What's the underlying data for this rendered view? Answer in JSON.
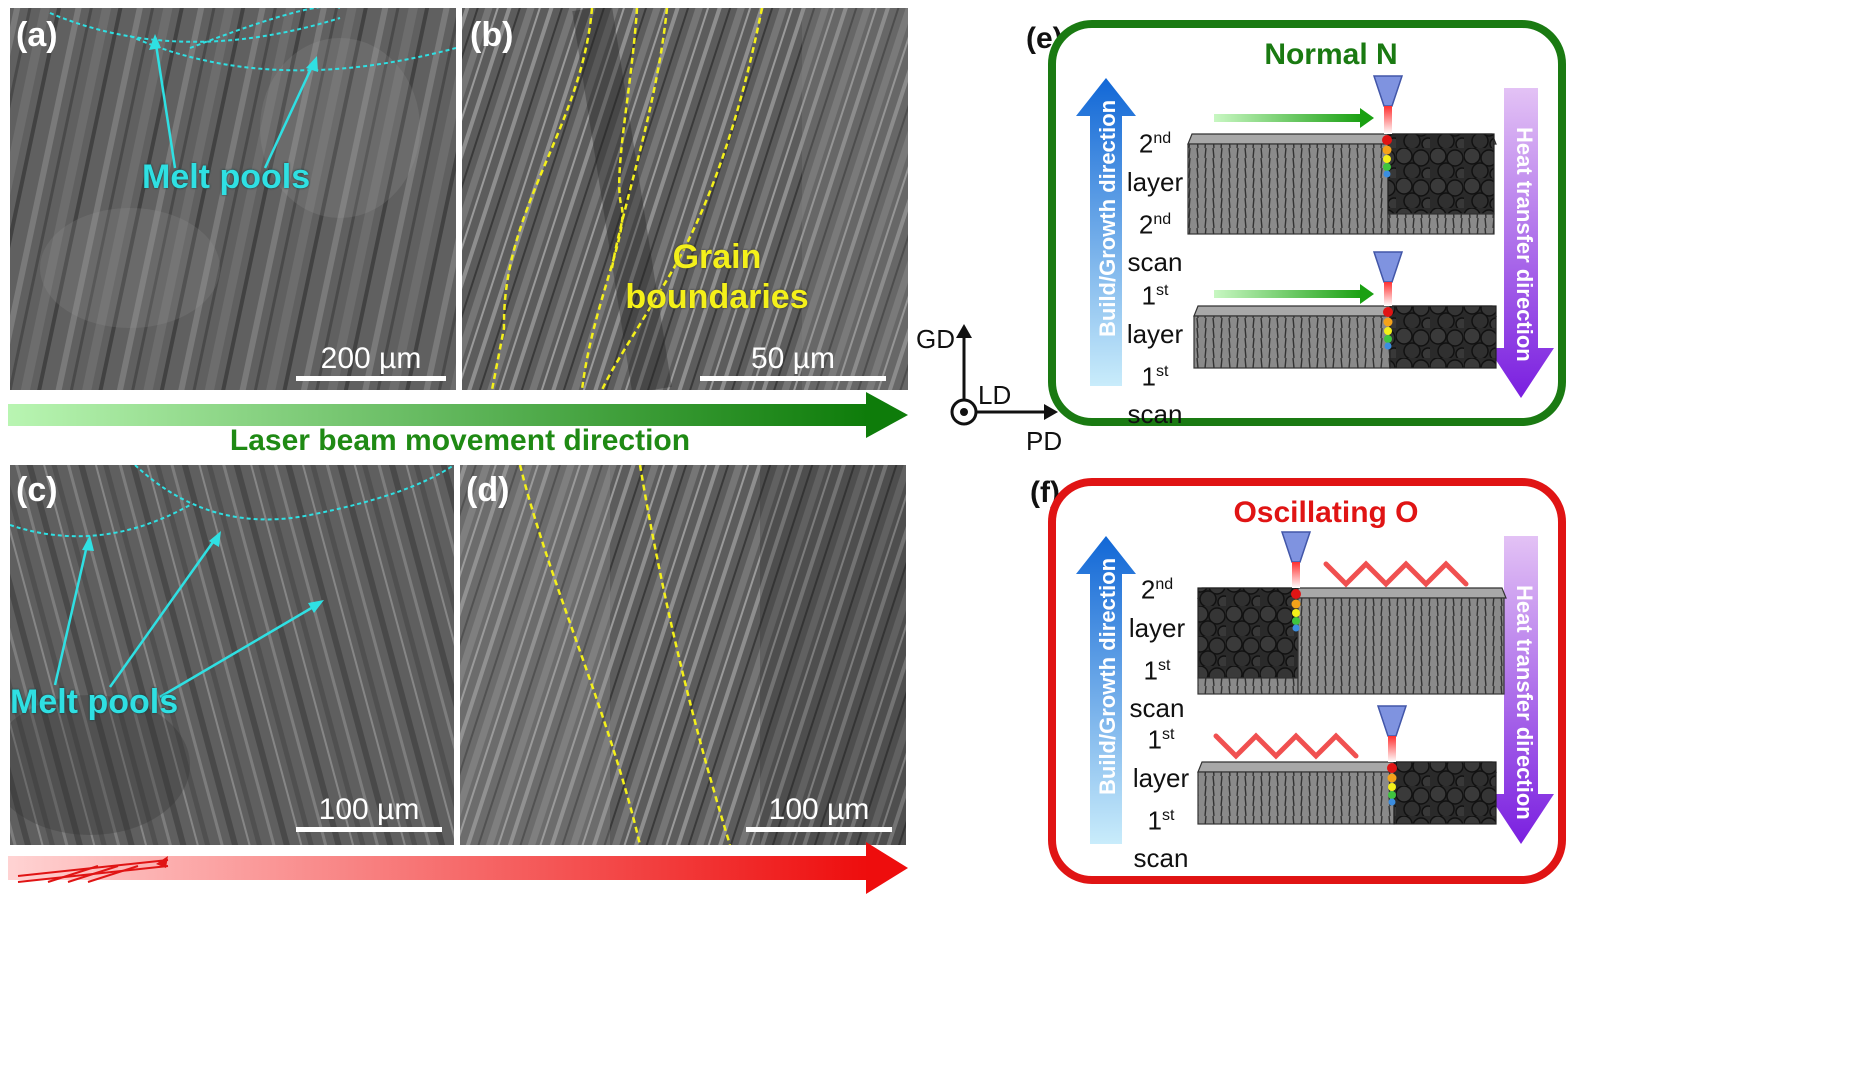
{
  "panels": {
    "a": {
      "label": "(a)",
      "scale": "200 µm",
      "annotation": "Melt pools"
    },
    "b": {
      "label": "(b)",
      "scale": "50 µm",
      "annotation_line1": "Grain",
      "annotation_line2": "boundaries"
    },
    "c": {
      "label": "(c)",
      "scale": "100 µm",
      "annotation": "Melt pools"
    },
    "d": {
      "label": "(d)",
      "scale": "100 µm"
    }
  },
  "laser_arrow": {
    "label": "Laser beam movement direction"
  },
  "axes": {
    "gd": "GD",
    "ld": "LD",
    "pd": "PD"
  },
  "schematic_e": {
    "label": "(e)",
    "title": "Normal N",
    "left_arrow": "Build/Growth direction",
    "right_arrow": "Heat transfer direction",
    "top_block": {
      "layer_num": "2",
      "layer_sup": "nd",
      "layer_word": "layer",
      "scan_num": "2",
      "scan_sup": "nd",
      "scan_word": "scan"
    },
    "bottom_block": {
      "layer_num": "1",
      "layer_sup": "st",
      "layer_word": "layer",
      "scan_num": "1",
      "scan_sup": "st",
      "scan_word": "scan"
    }
  },
  "schematic_f": {
    "label": "(f)",
    "title": "Oscillating O",
    "left_arrow": "Build/Growth direction",
    "right_arrow": "Heat transfer direction",
    "top_block": {
      "layer_num": "2",
      "layer_sup": "nd",
      "layer_word": "layer",
      "scan_num": "1",
      "scan_sup": "st",
      "scan_word": "scan"
    },
    "bottom_block": {
      "layer_num": "1",
      "layer_sup": "st",
      "layer_word": "layer",
      "scan_num": "1",
      "scan_sup": "st",
      "scan_word": "scan"
    }
  },
  "colors": {
    "normal": "#1a7a12",
    "oscillating": "#e01414",
    "cyan": "#2fe0e3",
    "yellow": "#f4f01a"
  }
}
